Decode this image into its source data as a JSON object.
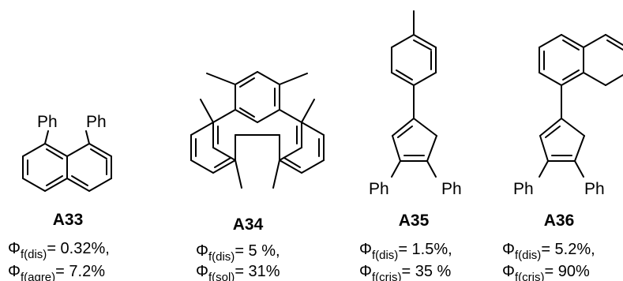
{
  "compounds": [
    {
      "name": "A33",
      "substituents": [
        "Ph",
        "Ph"
      ],
      "yield1": {
        "symbol": "Φ",
        "sub": "f(dis)",
        "rest": "= 0.32%,"
      },
      "yield2": {
        "symbol": "Φ",
        "sub": "f(agre)",
        "rest": "= 7.2%"
      }
    },
    {
      "name": "A34",
      "substituents": [],
      "yield1": {
        "symbol": "Φ",
        "sub": "f(dis)",
        "rest": "= 5 %,"
      },
      "yield2": {
        "symbol": "Φ",
        "sub": "f(sol)",
        "rest": "= 31%"
      }
    },
    {
      "name": "A35",
      "substituents": [
        "Ph",
        "Ph"
      ],
      "yield1": {
        "symbol": "Φ",
        "sub": "f(dis)",
        "rest": "= 1.5%,"
      },
      "yield2": {
        "symbol": "Φ",
        "sub": "f(cris)",
        "rest": "= 35 %"
      }
    },
    {
      "name": "A36",
      "substituents": [
        "Ph",
        "Ph"
      ],
      "yield1": {
        "symbol": "Φ",
        "sub": "f(dis)",
        "rest": "= 5.2%,"
      },
      "yield2": {
        "symbol": "Φ",
        "sub": "f(cris)",
        "rest": "= 90%"
      }
    }
  ]
}
